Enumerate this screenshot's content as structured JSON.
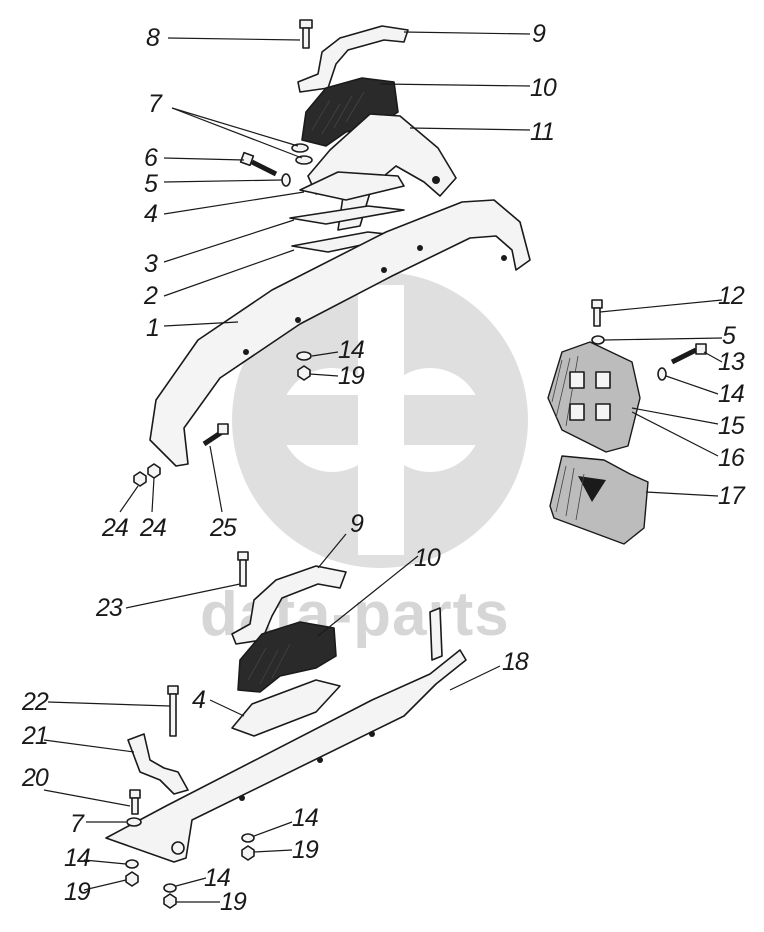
{
  "watermark": {
    "text": "data-parts",
    "color": "#d6d6d6"
  },
  "callouts": [
    {
      "id": "c8",
      "label": "8"
    },
    {
      "id": "c9a",
      "label": "9"
    },
    {
      "id": "c10a",
      "label": "10"
    },
    {
      "id": "c7a",
      "label": "7"
    },
    {
      "id": "c11",
      "label": "11"
    },
    {
      "id": "c6",
      "label": "6"
    },
    {
      "id": "c5a",
      "label": "5"
    },
    {
      "id": "c4a",
      "label": "4"
    },
    {
      "id": "c3",
      "label": "3"
    },
    {
      "id": "c2",
      "label": "2"
    },
    {
      "id": "c1",
      "label": "1"
    },
    {
      "id": "c14a",
      "label": "14"
    },
    {
      "id": "c19a",
      "label": "19"
    },
    {
      "id": "c12",
      "label": "12"
    },
    {
      "id": "c5b",
      "label": "5"
    },
    {
      "id": "c13",
      "label": "13"
    },
    {
      "id": "c14b",
      "label": "14"
    },
    {
      "id": "c15",
      "label": "15"
    },
    {
      "id": "c16",
      "label": "16"
    },
    {
      "id": "c17",
      "label": "17"
    },
    {
      "id": "c24a",
      "label": "24"
    },
    {
      "id": "c24b",
      "label": "24"
    },
    {
      "id": "c25",
      "label": "25"
    },
    {
      "id": "c9b",
      "label": "9"
    },
    {
      "id": "c10b",
      "label": "10"
    },
    {
      "id": "c23",
      "label": "23"
    },
    {
      "id": "c18",
      "label": "18"
    },
    {
      "id": "c22",
      "label": "22"
    },
    {
      "id": "c4b",
      "label": "4"
    },
    {
      "id": "c21",
      "label": "21"
    },
    {
      "id": "c20",
      "label": "20"
    },
    {
      "id": "c7b",
      "label": "7"
    },
    {
      "id": "c14c",
      "label": "14"
    },
    {
      "id": "c19b",
      "label": "19"
    },
    {
      "id": "c14d",
      "label": "14"
    },
    {
      "id": "c19c",
      "label": "19"
    },
    {
      "id": "c14e",
      "label": "14"
    },
    {
      "id": "c19d",
      "label": "19"
    }
  ]
}
